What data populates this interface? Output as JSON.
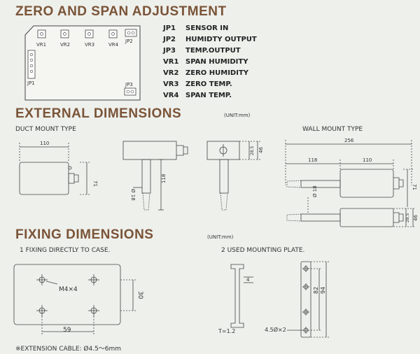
{
  "sections": {
    "zero_span": "ZERO AND SPAN ADJUSTMENT",
    "external": "EXTERNAL DIMENSIONS",
    "fixing": "FIXING DIMENSIONS"
  },
  "units": {
    "external": "(UNIT:mm)",
    "fixing": "(UNIT:mm)"
  },
  "board": {
    "pots": [
      "VR1",
      "VR2",
      "VR3",
      "VR4"
    ],
    "jumpers": [
      "JP1",
      "JP2",
      "JP3"
    ]
  },
  "legend": [
    {
      "code": "JP1",
      "desc": "SENSOR IN"
    },
    {
      "code": "JP2",
      "desc": "HUMIDTY OUTPUT"
    },
    {
      "code": "JP3",
      "desc": "TEMP.OUTPUT"
    },
    {
      "code": "VR1",
      "desc": "SPAN HUMIDITY"
    },
    {
      "code": "VR2",
      "desc": "ZERO HUMIDITY"
    },
    {
      "code": "VR3",
      "desc": "ZERO TEMP."
    },
    {
      "code": "VR4",
      "desc": "SPAN TEMP."
    }
  ],
  "duct": {
    "title": "DUCT MOUNT TYPE",
    "dim_width": "110",
    "dim_height": "71",
    "dim_dia": "Ø 18",
    "dim_probe": "118",
    "dim_side_h": "46",
    "dim_side_small": "28.5"
  },
  "wall": {
    "title": "WALL MOUNT TYPE",
    "dim_total": "256",
    "dim_probe": "118",
    "dim_body": "110",
    "dim_height": "71",
    "dim_dia": "Ø 18",
    "dim_small": "28.5",
    "dim_side": "46"
  },
  "fixing": {
    "item1": "1 FIXING DIRECTLY TO CASE.",
    "item2": "2 USED MOUNTING PLATE.",
    "screw": "M4×4",
    "dim_h": "30",
    "dim_w": "59",
    "plate_t": "T=1.2",
    "plate_4": "4",
    "plate_82": "82",
    "plate_94": "94",
    "plate_holes": "4.5Ø×2",
    "cable": "※EXTENSION CABLE: Ø4.5〜6mm"
  }
}
